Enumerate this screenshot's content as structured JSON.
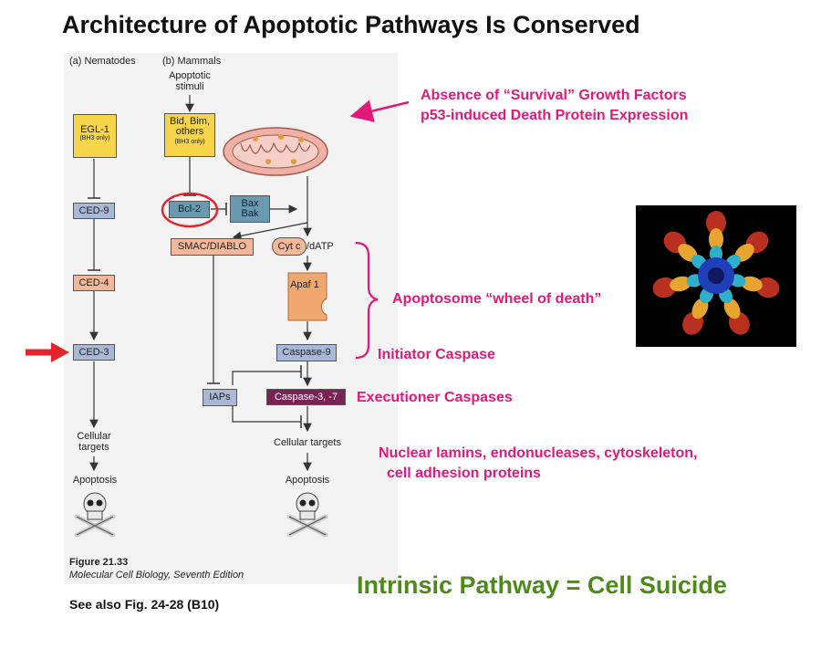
{
  "title": "Architecture of Apoptotic Pathways Is Conserved",
  "figure": {
    "nematodes_header": "(a) Nematodes",
    "mammals_header": "(b) Mammals",
    "nematode": {
      "egl1": "EGL-1",
      "egl1_note": "(BH3 only)",
      "ced9": "CED-9",
      "ced4": "CED-4",
      "ced3": "CED-3",
      "cellular_targets": "Cellular targets",
      "apoptosis": "Apoptosis"
    },
    "mammal": {
      "apoptotic_stimuli": "Apoptotic stimuli",
      "bid_bim": "Bid, Bim, others",
      "bid_note": "(BH3 only)",
      "bcl2": "Bcl-2",
      "bax": "Bax",
      "bak": "Bak",
      "smac": "SMAC/DIABLO",
      "cytc": "Cyt c",
      "datp": "/dATP",
      "apaf1": "Apaf 1",
      "caspase9": "Caspase-9",
      "iaps": "IAPs",
      "caspase37": "Caspase-3, -7",
      "cellular_targets": "Cellular targets",
      "apoptosis": "Apoptosis"
    },
    "caption_label": "Figure 21.33",
    "caption_book": "Molecular Cell Biology, Seventh Edition"
  },
  "see_also": "See also Fig. 24-28 (B10)",
  "annotations": {
    "survival_line1": "Absence of “Survival” Growth Factors",
    "survival_line2": "p53-induced Death Protein Expression",
    "apoptosome": "Apoptosome “wheel of death”",
    "initiator": "Initiator Caspase",
    "executioner": "Executioner Caspases",
    "targets_line1": "Nuclear lamins, endonucleases, cytoskeleton,",
    "targets_line2": "cell adhesion proteins"
  },
  "bottom_title": "Intrinsic Pathway = Cell Suicide",
  "colors": {
    "annotation": "#e0197a",
    "highlight": "#e3262e",
    "bottom_title": "#4e8a1a"
  }
}
